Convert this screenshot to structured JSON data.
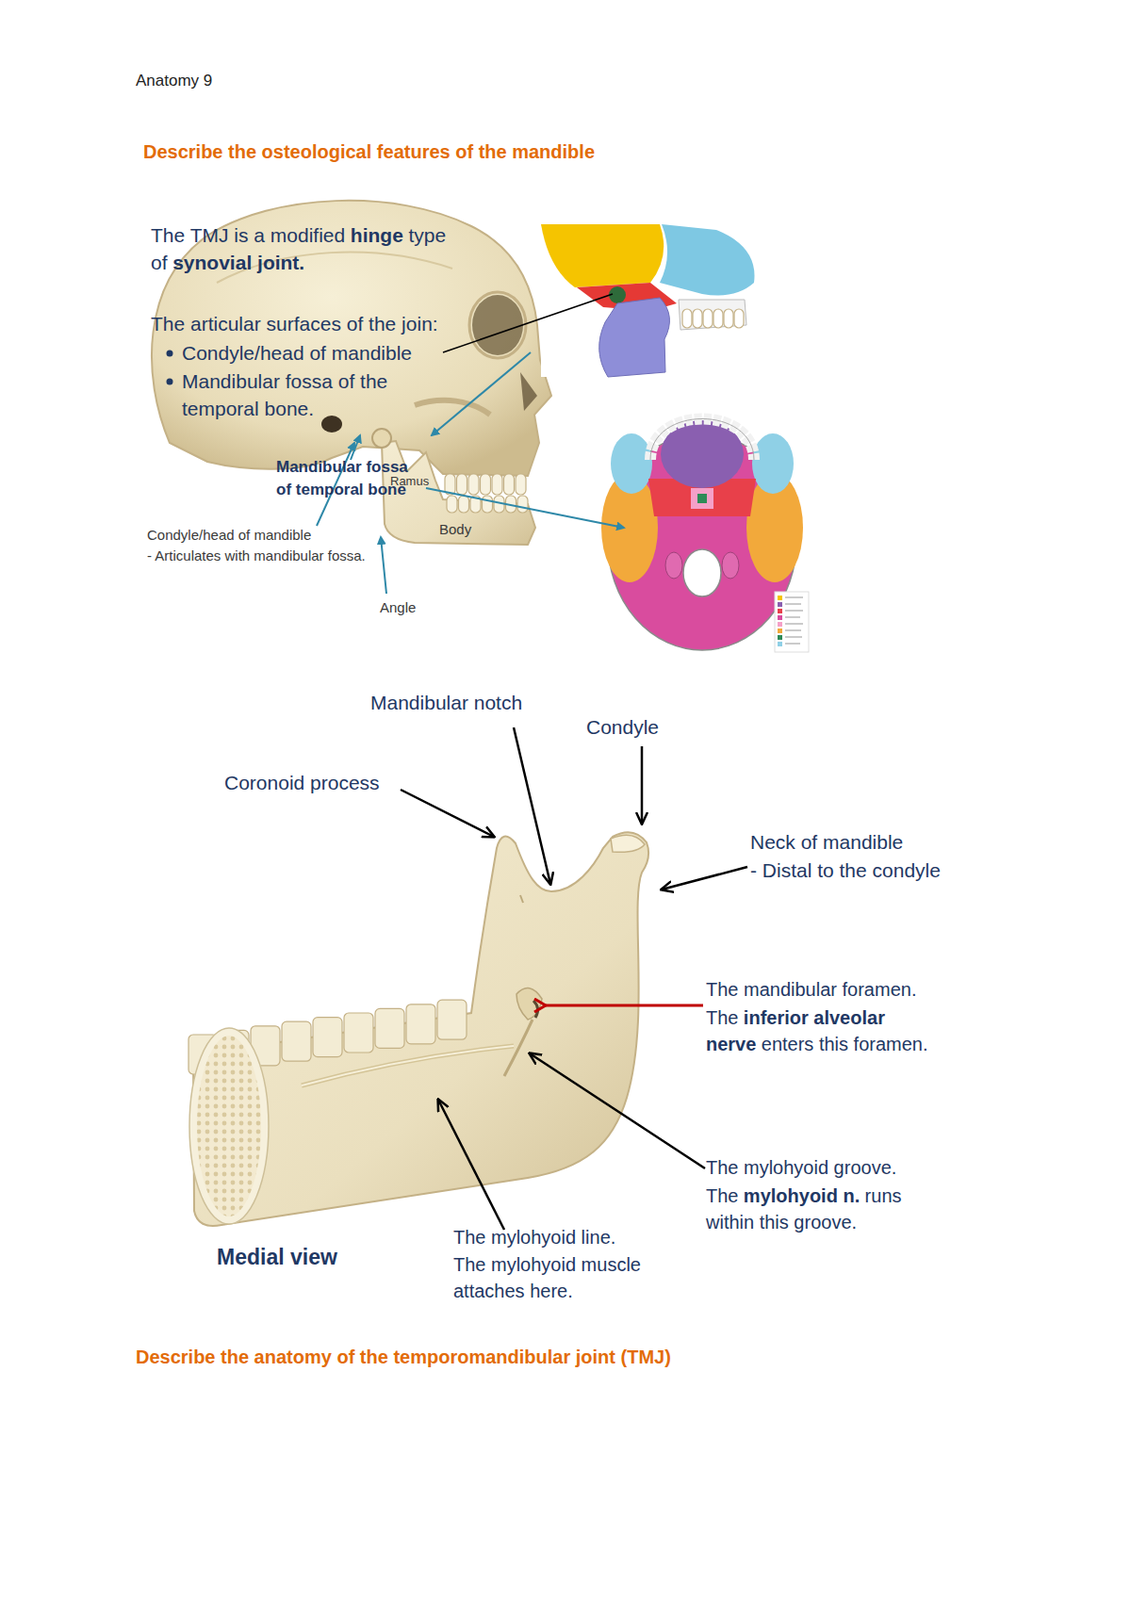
{
  "diagram": {
    "title": "Describe the osteological features of the mandible",
    "labels": [
      "Anatomy 9",
      "The TMJ is a modified",
      "hinge",
      "type of",
      "synovial joint.",
      "The articular surfaces of the join:",
      "Condyle/head of mandible",
      "Mandibular fossa of the temporal bone.",
      "Ramus",
      "Mandibular fossa of temporal bone",
      "Body",
      "Condyle/head of mandible",
      "- Articulates with mandibular fossa.",
      "Angle",
      "Mandibular notch",
      "Condyle",
      "Coronoid process",
      "Neck of mandible",
      "- Distal to the condyle",
      "The mandibular foramen.",
      "The",
      "inferior alveolar nerve",
      "enters this foramen.",
      "The mylohyoid groove.",
      "The",
      "mylohyoid n.",
      "runs within this groove.",
      "The mylohyoid line.",
      "The mylohyoid muscle attaches here.",
      "Medial view",
      "Describe the anatomy of the temporomandibular joint (TMJ)"
    ]
  }
}
